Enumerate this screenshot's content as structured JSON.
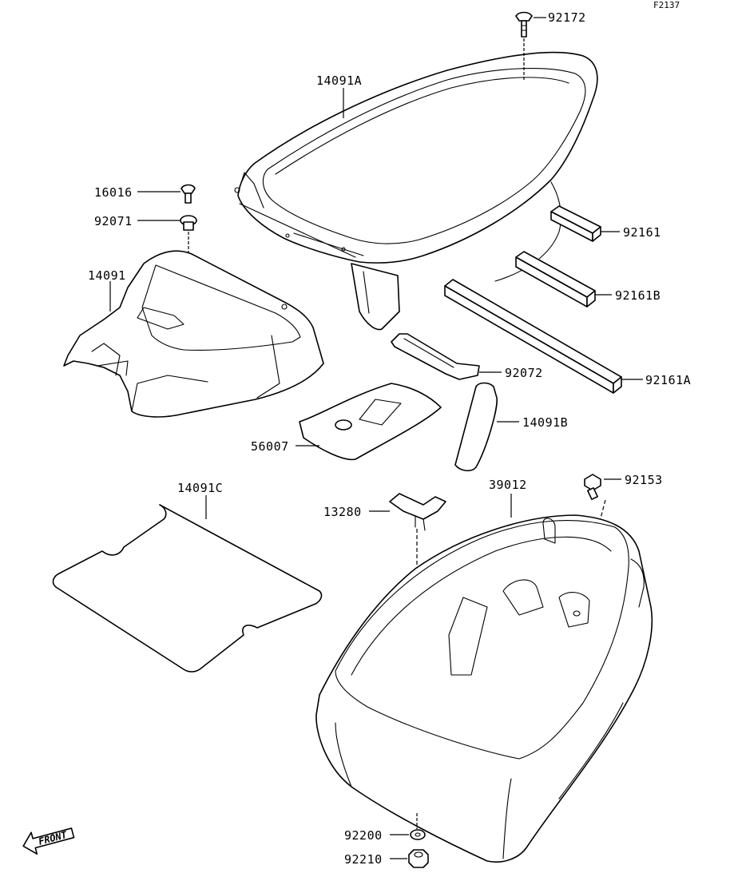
{
  "figure_code": "F2137",
  "front_marker": "FRONT",
  "callouts": {
    "c92172": "92172",
    "c14091A": "14091A",
    "c16016": "16016",
    "c92071": "92071",
    "c14091": "14091",
    "c92161": "92161",
    "c92161B": "92161B",
    "c92161A": "92161A",
    "c92072": "92072",
    "c14091B": "14091B",
    "c56007": "56007",
    "c14091C": "14091C",
    "c39012": "39012",
    "c92153": "92153",
    "c13280": "13280",
    "c92200": "92200",
    "c92210": "92210"
  }
}
